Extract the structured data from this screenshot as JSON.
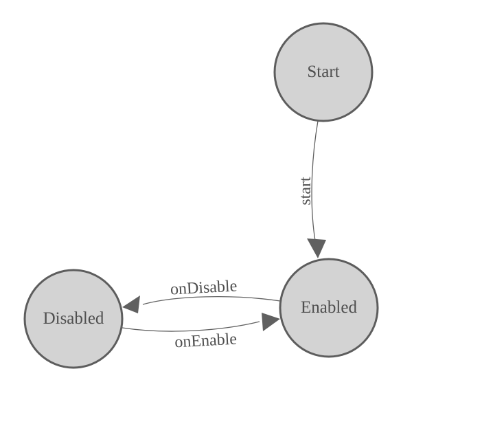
{
  "diagram": {
    "type": "state-machine",
    "background_color": "#ffffff",
    "node_fill_color": "#d3d3d3",
    "node_stroke_color": "#5d5d5d",
    "edge_color": "#606060",
    "label_color": "#4f4f4f",
    "nodes": [
      {
        "id": "start",
        "label": "Start"
      },
      {
        "id": "enabled",
        "label": "Enabled"
      },
      {
        "id": "disabled",
        "label": "Disabled"
      }
    ],
    "edges": [
      {
        "id": "start-transition",
        "label": "start",
        "from": "Start",
        "to": "Enabled"
      },
      {
        "id": "ondisable-transition",
        "label": "onDisable",
        "from": "Enabled",
        "to": "Disabled"
      },
      {
        "id": "onenable-transition",
        "label": "onEnable",
        "from": "Disabled",
        "to": "Enabled"
      }
    ]
  }
}
